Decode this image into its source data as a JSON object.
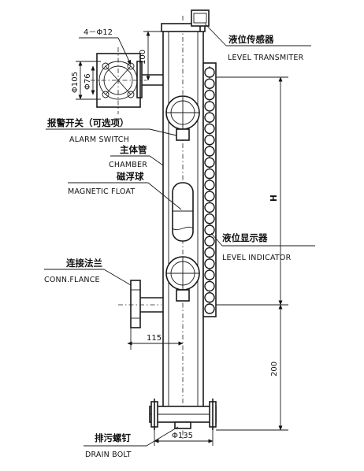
{
  "labels": {
    "transmitter_cn": "液位传感器",
    "transmitter_en": "LEVEL TRANSMITER",
    "alarm_cn": "报警开关（可选项）",
    "alarm_en": "ALARM SWITCH",
    "chamber_cn": "主体管",
    "chamber_en": "CHAMBER",
    "float_cn": "磁浮球",
    "float_en": "MAGNETIC FLOAT",
    "indicator_cn": "液位显示器",
    "indicator_en": "LEVEL INDICATOR",
    "flange_cn": "连接法兰",
    "flange_en": "CONN.FLANCE",
    "drain_cn": "排污螺钉",
    "drain_en": "DRAIN BOLT"
  },
  "dimensions": {
    "holes": "4－Φ12",
    "d105": "Φ105",
    "d76": "Φ76",
    "top100": "100",
    "h": "H",
    "bottom200": "200",
    "offset115": "115",
    "base135": "Φ135"
  },
  "indicator_beads": 22
}
